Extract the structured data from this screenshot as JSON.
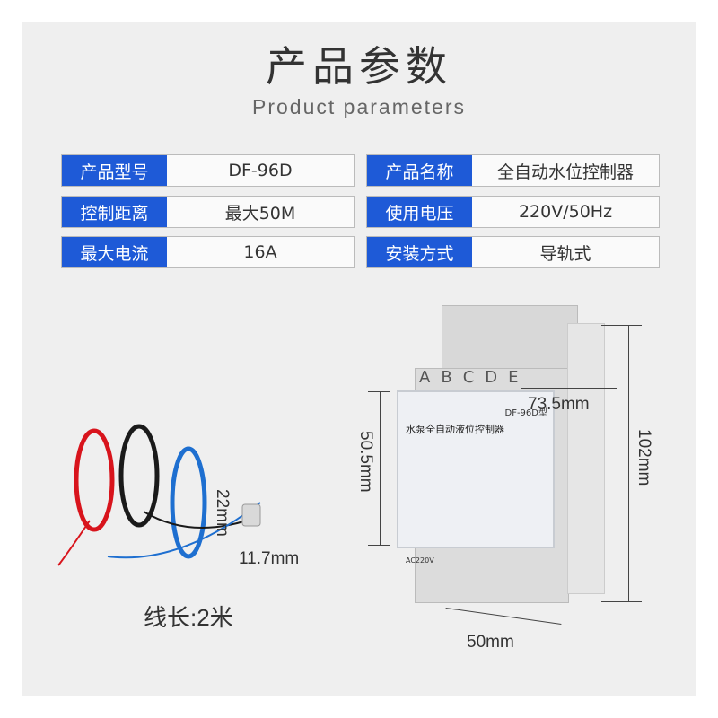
{
  "header": {
    "title": "产品参数",
    "subtitle": "Product parameters"
  },
  "params": [
    {
      "label": "产品型号",
      "value": "DF-96D"
    },
    {
      "label": "产品名称",
      "value": "全自动水位控制器"
    },
    {
      "label": "控制距离",
      "value": "最大50M"
    },
    {
      "label": "使用电压",
      "value": "220V/50Hz"
    },
    {
      "label": "最大电流",
      "value": "16A"
    },
    {
      "label": "安装方式",
      "value": "导轨式"
    }
  ],
  "probe": {
    "height": "22mm",
    "width": "11.7mm",
    "cable_length": "线长:2米",
    "cable_colors": [
      "#d8141c",
      "#1a1a1a",
      "#1e6fd0"
    ]
  },
  "device": {
    "terminals_top": [
      "A",
      "B",
      "C",
      "D",
      "E"
    ],
    "model": "DF-96D型",
    "name": "水泵全自动液位控制器",
    "supply": "AC220V",
    "dim_depth": "73.5mm",
    "dim_front": "50.5mm",
    "dim_height": "102mm",
    "dim_width": "50mm"
  }
}
